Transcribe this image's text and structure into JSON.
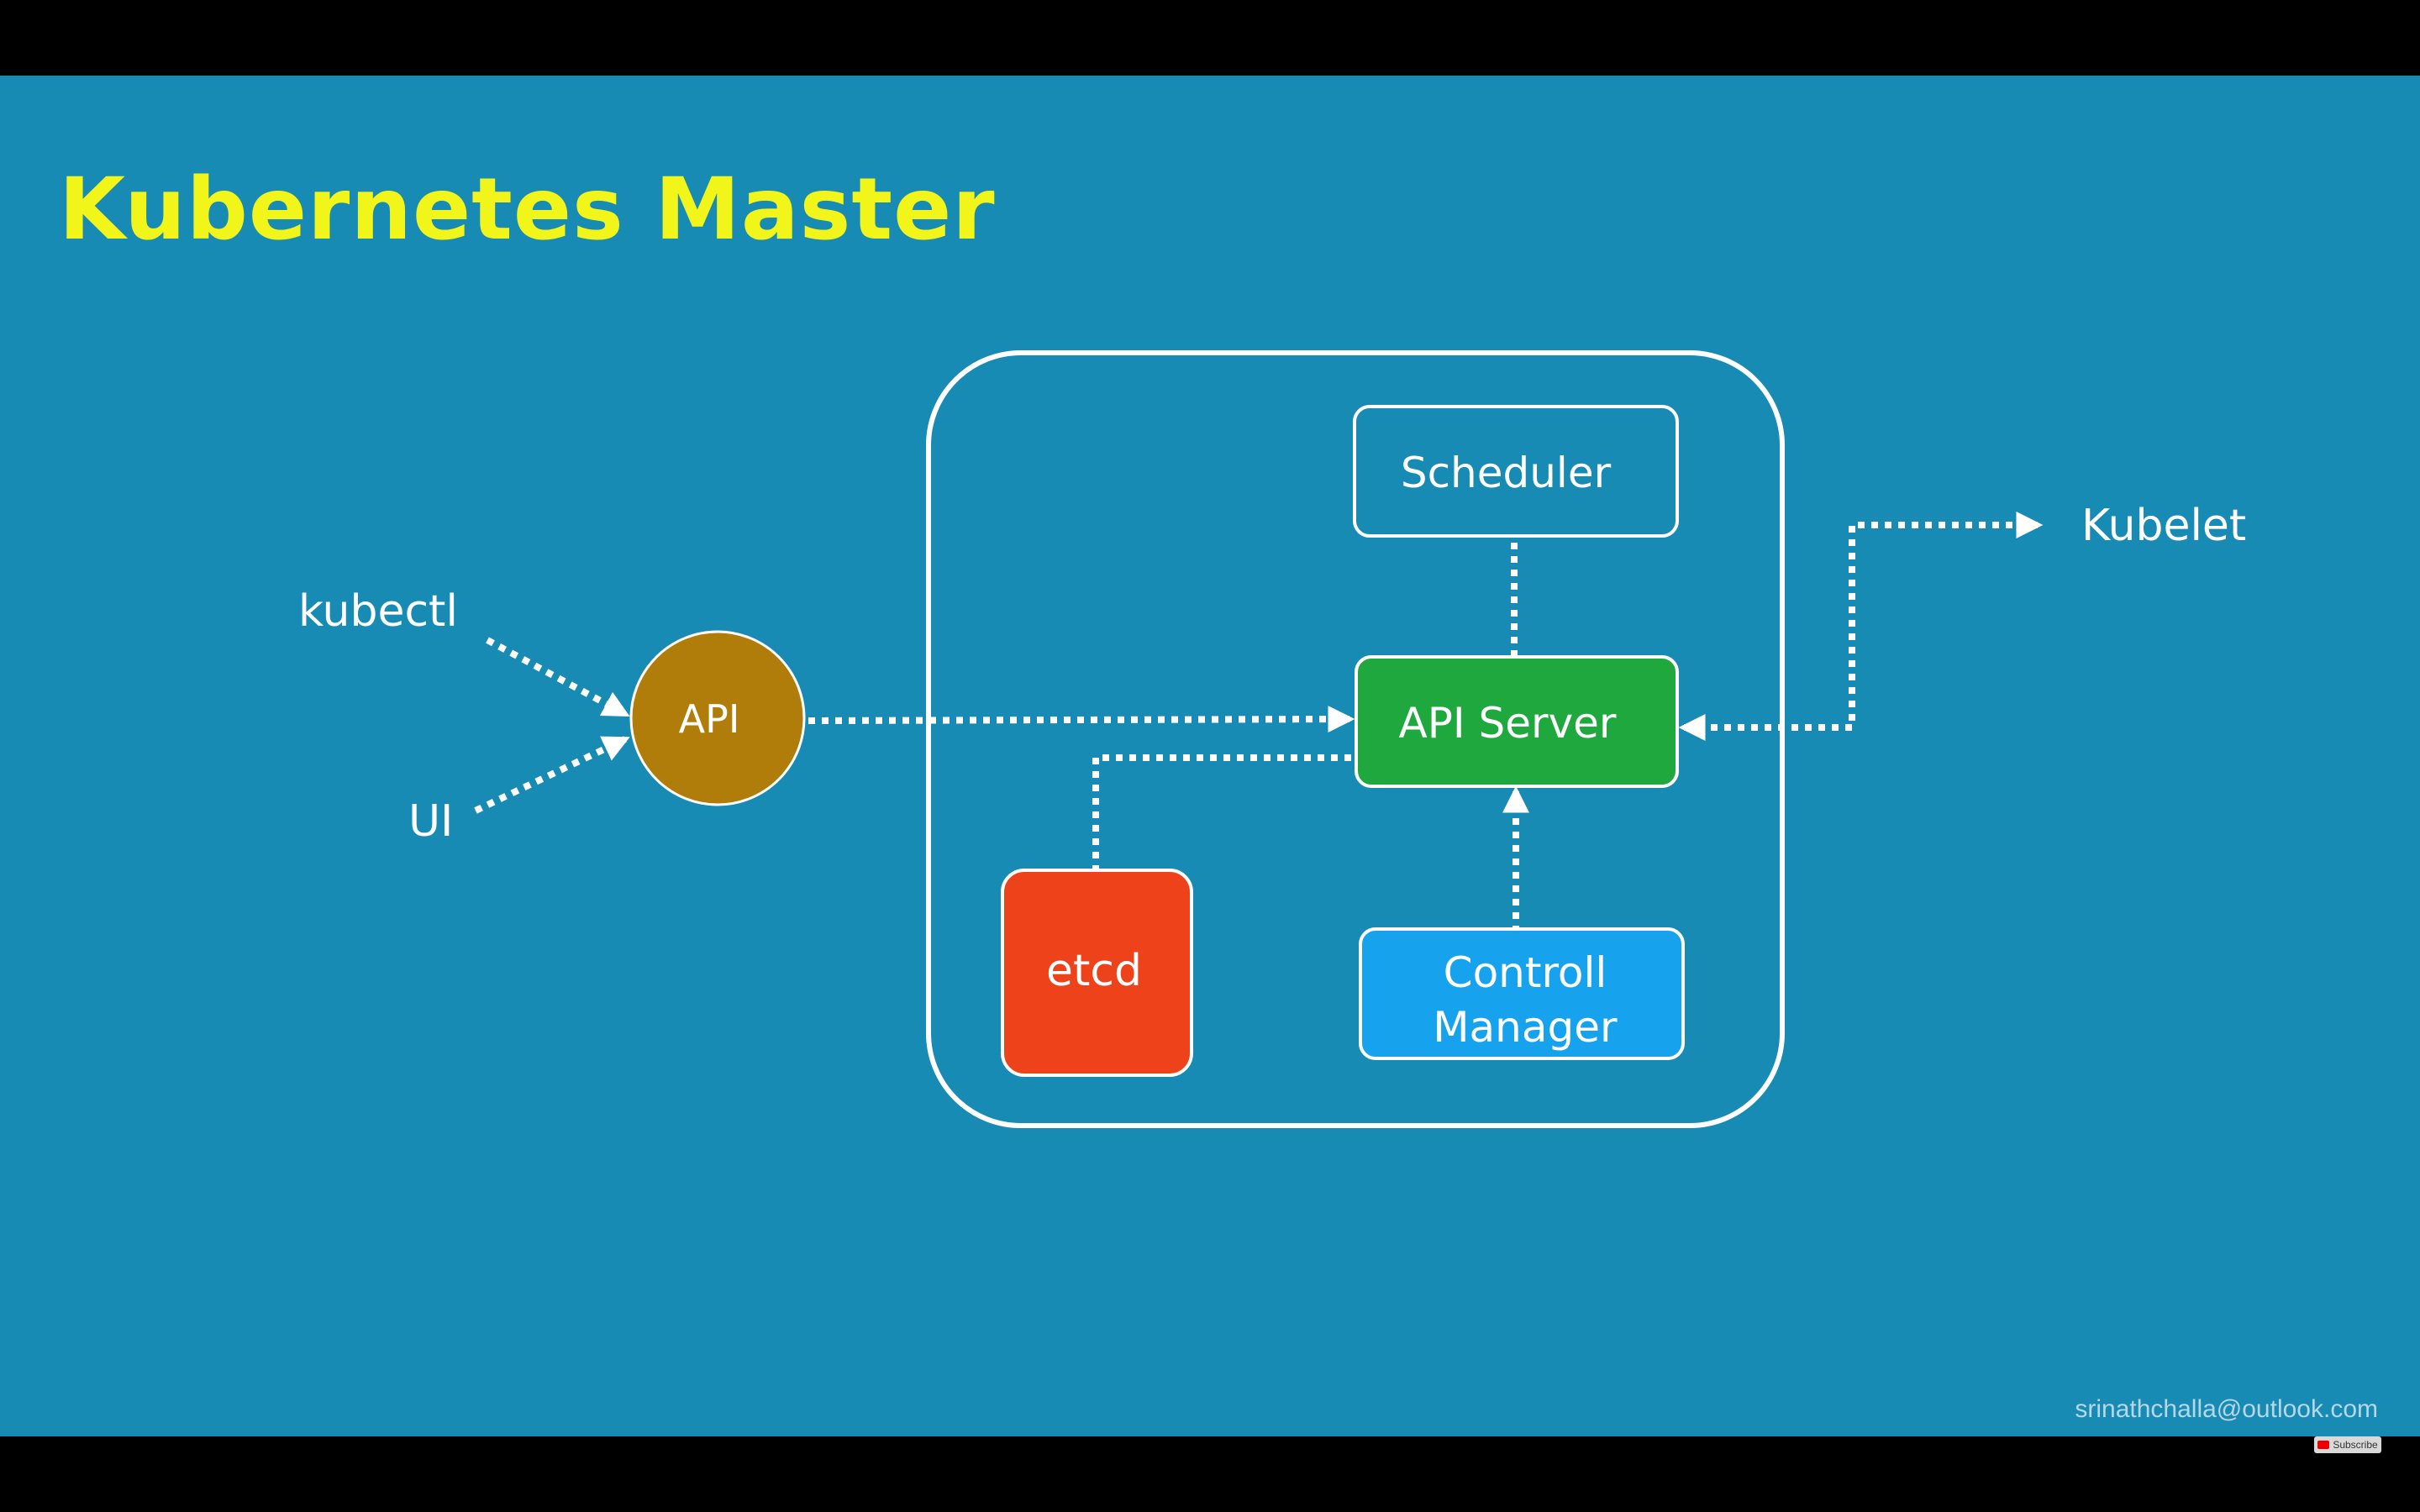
{
  "slide": {
    "title": "Kubernetes Master",
    "watermark": "srinathchalla@outlook.com",
    "subscribe_label": "Subscribe"
  },
  "diagram": {
    "clients": {
      "kubectl": "kubectl",
      "ui": "UI"
    },
    "api_gateway": "API",
    "components": {
      "scheduler": "Scheduler",
      "api_server": "API Server",
      "etcd": "etcd",
      "controller_manager_line1": "Controll",
      "controller_manager_line2": "Manager"
    },
    "external": {
      "kubelet": "Kubelet"
    }
  },
  "colors": {
    "background": "#178bb4",
    "title": "#f2f51a",
    "api_gateway": "#b07d0a",
    "api_server": "#1ea83e",
    "etcd": "#ee421b",
    "controller_manager": "#16a2ec",
    "stroke": "#ffffff"
  }
}
